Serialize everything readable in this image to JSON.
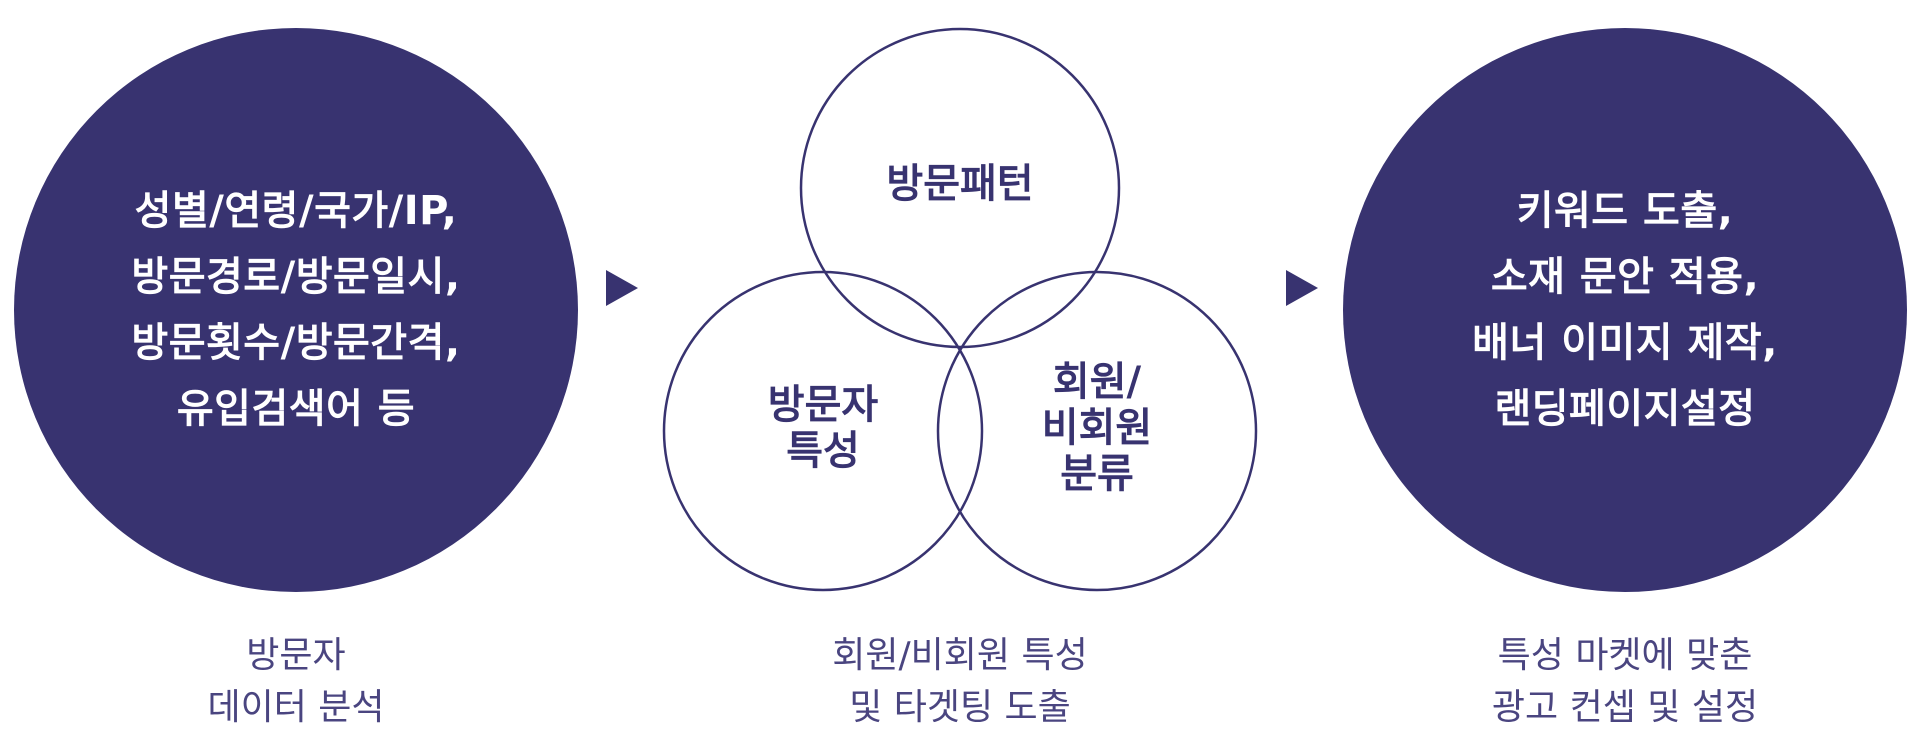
{
  "colors": {
    "primary": "#383370",
    "caption": "#4a4580",
    "white": "#ffffff"
  },
  "left_circle": {
    "lines": [
      "성별/연령/국가/IP,",
      "방문경로/방문일시,",
      "방문횟수/방문간격,",
      "유입검색어 등"
    ]
  },
  "venn": {
    "top": {
      "lines": [
        "방문패턴"
      ]
    },
    "left": {
      "lines": [
        "방문자",
        "특성"
      ]
    },
    "right": {
      "lines": [
        "회원/",
        "비회원",
        "분류"
      ]
    }
  },
  "right_circle": {
    "lines": [
      "키워드 도출,",
      "소재 문안 적용,",
      "배너 이미지 제작,",
      "랜딩페이지설정"
    ]
  },
  "captions": {
    "left": [
      "방문자",
      "데이터 분석"
    ],
    "middle": [
      "회원/비회원 특성",
      "및 타겟팅 도출"
    ],
    "right": [
      "특성 마켓에 맞춘",
      "광고 컨셉 및 설정"
    ]
  }
}
